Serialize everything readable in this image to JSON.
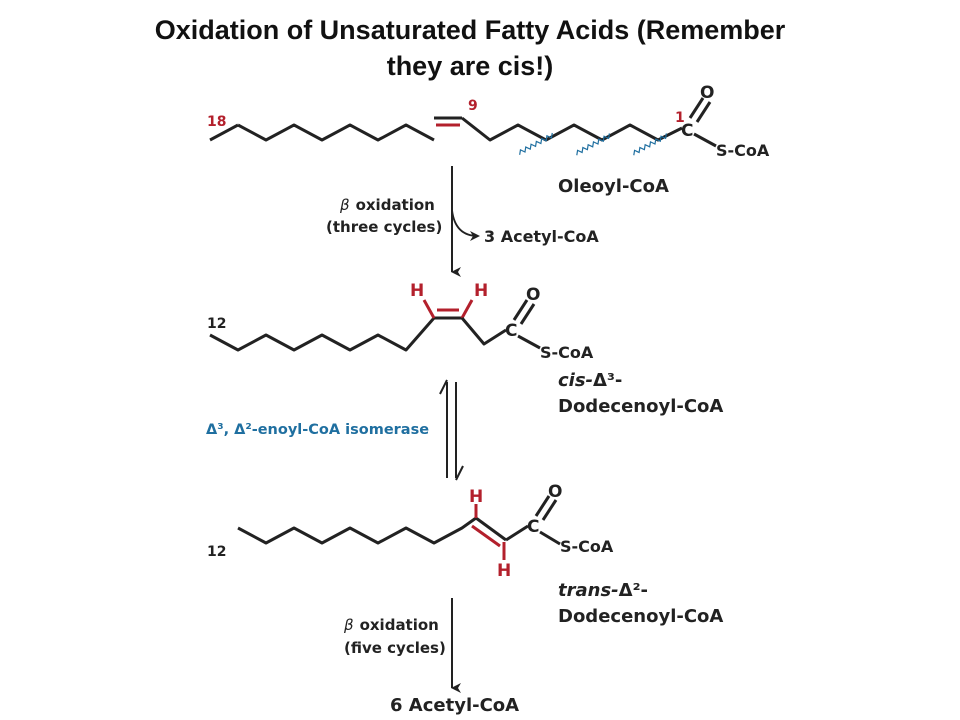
{
  "title": {
    "line1": "Oxidation of Unsaturated Fatty Acids (Remember",
    "line2": "they are cis!)"
  },
  "colors": {
    "bond": "#222222",
    "double_bond_highlight": "#b3202c",
    "enzyme_text": "#1f6fa0",
    "text": "#222222"
  },
  "molecule1": {
    "c18_label": "18",
    "c9_label": "9",
    "c1_label": "1",
    "carbon": "C",
    "oxygen": "O",
    "s_coa": "S-CoA",
    "name": "Oleoyl-CoA"
  },
  "step1": {
    "beta": "β",
    "line1": "oxidation",
    "line2": "(three cycles)",
    "product": "3 Acetyl-CoA"
  },
  "molecule2": {
    "c12_label": "12",
    "h_left": "H",
    "h_right": "H",
    "carbon": "C",
    "oxygen": "O",
    "s_coa": "S-CoA",
    "name_prefix": "cis-",
    "name_delta": "Δ³-",
    "name_line2": "Dodecenoyl-CoA"
  },
  "isomerase": {
    "label": "Δ³, Δ²-enoyl-CoA isomerase"
  },
  "molecule3": {
    "c12_label": "12",
    "h_top": "H",
    "h_bottom": "H",
    "carbon": "C",
    "oxygen": "O",
    "s_coa": "S-CoA",
    "name_prefix": "trans-",
    "name_delta": "Δ²-",
    "name_line2": "Dodecenoyl-CoA"
  },
  "step2": {
    "beta": "β",
    "line1": "oxidation",
    "line2": "(five cycles)",
    "product": "6 Acetyl-CoA"
  }
}
